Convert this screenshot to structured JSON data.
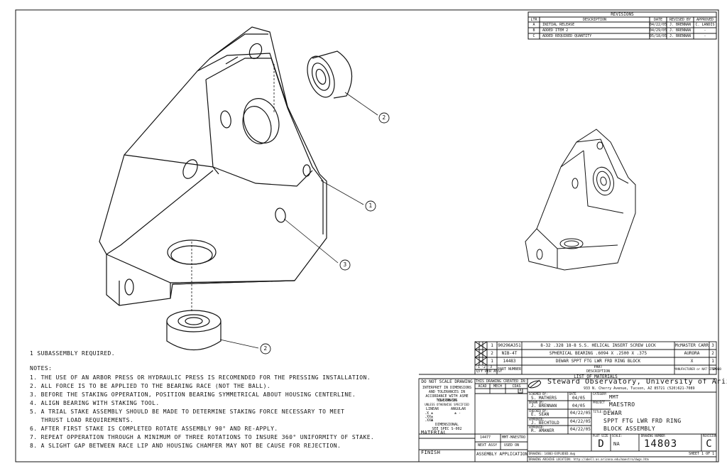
{
  "revisions": {
    "title": "REVISIONS",
    "headers": [
      "LTR",
      "DESCRIPTION",
      "DATE",
      "REVISED BY",
      "APPROVED"
    ],
    "rows": [
      [
        "A",
        "INITIAL RELEASE",
        "04/22/05",
        "J. BRENNAN",
        "C. LANDIS"
      ],
      [
        "B",
        "ADDED ITEM 2",
        "04/29/05",
        "J. BRENNAN",
        "-"
      ],
      [
        "C",
        "ADDED REQUIRED QUANTITY",
        "05/18/05",
        "J. BRENNAN",
        "-"
      ]
    ]
  },
  "balloons": [
    "2",
    "1",
    "3",
    "2"
  ],
  "subassembly_note": "1 SUBASSEMBLY REQUIRED.",
  "notes": {
    "title": "NOTES:",
    "items": [
      "1. THE USE OF AN ARBOR PRESS OR HYDRAULIC PRESS IS RECOMENDED FOR THE PRESSING INSTALLATION.",
      "2. ALL FORCE IS TO BE APPLIED TO THE BEARING RACE (NOT THE BALL).",
      "3. BEFORE THE STAKING OPPERATION, POSITION BEARING SYMMETRICAL ABOUT HOUSING CENTERLINE.",
      "4. ALIGN BEARING WITH STAKING TOOL.",
      "5. A TRIAL STAKE ASSEMBLY SHOULD BE MADE TO DETERMINE STAKING FORCE NECESSARY TO MEET",
      "   THRUST LOAD REQUIREMENTS.",
      "6. AFTER FIRST STAKE IS COMPLETED ROTATE ASSEMBLY 90° AND RE-APPLY.",
      "7. REPEAT OPPERATION THROUGH A MINIMUM OF THREE ROTATIONS TO INSURE 360° UNIFORMITY OF STAKE.",
      "8. A SLIGHT GAP BETWEEN RACE LIP AND HOUSING CHAMFER MAY NOT BE CAUSE FOR REJECTION."
    ]
  },
  "bom": {
    "rows": [
      {
        "qty": "1",
        "item": "3",
        "part": "90296A351",
        "desc": "8-32 .328 18-8 S.S. HELICAL INSERT SCREW LOCK",
        "mfr": "McMASTER CARR",
        "mfr_item": "3"
      },
      {
        "qty": "2",
        "item": "2",
        "part": "NIB-4T",
        "desc": "SPHERICAL BEARING .6094 X .2500 X .375",
        "mfr": "AURORA",
        "mfr_item": "2"
      },
      {
        "qty": "1",
        "item": "1",
        "part": "14483",
        "desc": "DEWAR SPPT FTG LWR FRD RING BLOCK",
        "mfr": "X",
        "mfr_item": "1"
      }
    ],
    "dash_numbers": [
      "-1",
      "-2",
      "-3"
    ],
    "header_qty": "QTY PER ASSY",
    "header_part": "PART NUMBER",
    "header_desc": "DESCRIPTION",
    "header_desc_sub": "PART",
    "header_mfr": "MANUFACTURER or NAT'L SPEC",
    "header_item": "ITEM NO",
    "title": "LIST OF MATERIALS"
  },
  "title_block": {
    "do_not_scale": "DO NOT SCALE DRAWING",
    "interpret": "INTERPRET IN DIMENSIONS AND TOLERANCES IN ACCORDANCE WITH ASME Y14.5M-94",
    "tolerances": "TOLERANCES",
    "tol_unless": "UNLESS OTHERWISE SPECIFIED",
    "linear": "LINEAR",
    "angular": "ANGULAR",
    "tol_x": ".X",
    "tol_xx": ".XX",
    "tol_xxx": ".XXX",
    "tol_pm": "±",
    "tol_dash": "-",
    "dimensional": "DIMENSIONAL",
    "dim_spec": "SEE SPEC S-002",
    "created_in": "THIS DRAWING CREATED IN:",
    "cad_labels": [
      "ACAD",
      "MECH",
      "CDAS"
    ],
    "cad_mark": "X",
    "university": "Steward Observatory, University of Arizona",
    "address": "933 N. Cherry Avenue, Tucson, AZ 85721 (520)621-7089",
    "scheme_by_label": "SCHEMED BY:",
    "scheme_by": "S. MATHERS",
    "date_label": "DATE",
    "scheme_date": "04/05",
    "drawn_by_label": "DRAWN BY:",
    "drawn_by": "J. BRENNAN",
    "drawn_date": "04/05",
    "category_label": "CATEGORY",
    "category": "MMT",
    "project_label": "PROJECT",
    "project": "MAESTRO",
    "checked_by_label": "CHECKED BY:",
    "checked_by": "E. SEAN",
    "checked_date": "04/22/05",
    "approved_label": "APPROVED:",
    "approved_by_1": "J. BECHTOLD",
    "approved_date_1": "04/22/05",
    "approved_by_2": "R. AMANER",
    "approved_date_2": "04/22/05",
    "title_label": "TITLE:",
    "title_lines": [
      "DEWAR",
      "SPPT FTG LWR FRD RING",
      "BLOCK ASSEMBLY"
    ],
    "material_label": "MATERIAL",
    "next_assy_num": "14477",
    "next_assy_name": "MMT-MAESTRO",
    "next_assy_label": "NEXT ASSY",
    "used_on_label": "USED ON",
    "finish_label": "FINISH",
    "application": "ASSEMBLY APPLICATION",
    "size_label": "PLOT SIZE",
    "scale_label": "SCALE:",
    "dwg_no_label": "DRAWING NUMBER",
    "rev_label": "REVISION",
    "size": "D",
    "scale": "NA",
    "dwg_no": "14803",
    "rev": "C",
    "sheet": "SHEET 1 OF 1",
    "location": "DRAWING ARCHIVE LOCATION: http://abell.as.arizona.edu/maestro/dwgs.htm",
    "drawn_ref": "DRAWING: 14803-EXPLODED.dwg"
  }
}
